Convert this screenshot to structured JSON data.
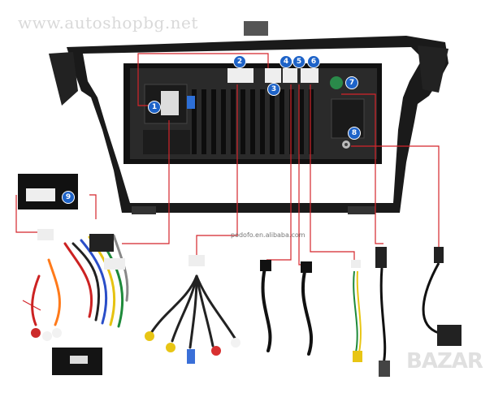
{
  "watermarks": {
    "top": "www.autoshopbg.net",
    "middle": "podofo.en.alibaba.com",
    "corner": "BAZAR"
  },
  "callouts": [
    "1",
    "2",
    "3",
    "4",
    "5",
    "6",
    "7",
    "8",
    "9"
  ],
  "colors": {
    "callout_fill": "#1e63c8",
    "leader_line": "#d4252b",
    "radio_frame": "#1a1a1a",
    "bezel": "#ffffff",
    "cable": "#111111"
  }
}
